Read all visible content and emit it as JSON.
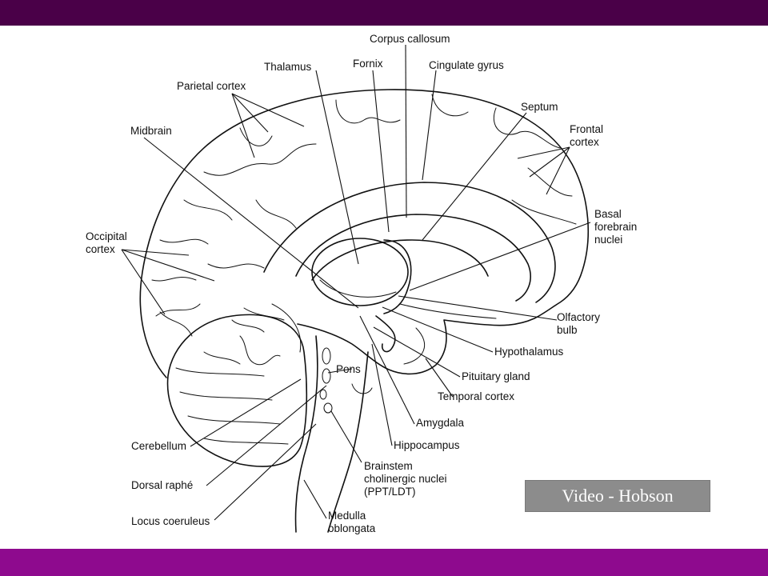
{
  "labels": {
    "corpus_callosum": "Corpus callosum",
    "thalamus": "Thalamus",
    "fornix": "Fornix",
    "cingulate_gyrus": "Cingulate gyrus",
    "parietal_cortex": "Parietal cortex",
    "septum": "Septum",
    "midbrain": "Midbrain",
    "frontal_cortex_1": "Frontal",
    "frontal_cortex_2": "cortex",
    "basal_forebrain_1": "Basal",
    "basal_forebrain_2": "forebrain",
    "basal_forebrain_3": "nuclei",
    "occipital_cortex_1": "Occipital",
    "occipital_cortex_2": "cortex",
    "olfactory_bulb_1": "Olfactory",
    "olfactory_bulb_2": "bulb",
    "hypothalamus": "Hypothalamus",
    "pons": "Pons",
    "pituitary_gland": "Pituitary gland",
    "temporal_cortex": "Temporal cortex",
    "amygdala": "Amygdala",
    "cerebellum": "Cerebellum",
    "hippocampus": "Hippocampus",
    "brainstem_1": "Brainstem",
    "brainstem_2": "cholinergic nuclei",
    "brainstem_3": "(PPT/LDT)",
    "dorsal_raphe": "Dorsal raphé",
    "locus_coeruleus": "Locus coeruleus",
    "medulla_1": "Medulla",
    "medulla_2": "oblongata"
  },
  "video_button": "Video - Hobson",
  "colors": {
    "top_bar": "#4a0048",
    "bottom_bar": "#8e0a8e",
    "button": "#8c8c8c"
  }
}
